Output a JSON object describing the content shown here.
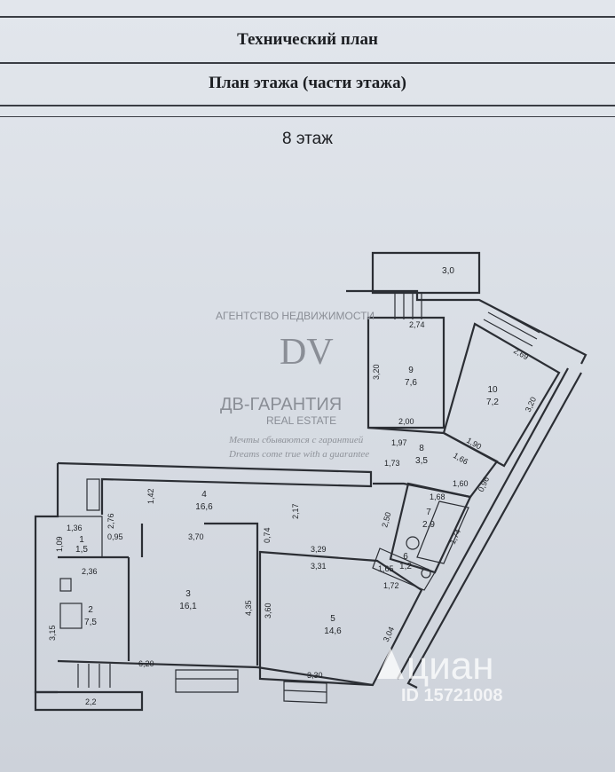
{
  "header": {
    "title": "Технический план",
    "subtitle": "План этажа (части этажа)",
    "floor": "8 этаж"
  },
  "rooms": [
    {
      "num": "1",
      "area": "1,5"
    },
    {
      "num": "2",
      "area": "7,5"
    },
    {
      "num": "3",
      "area": "16,1"
    },
    {
      "num": "4",
      "area": "16,6"
    },
    {
      "num": "5",
      "area": "14,6"
    },
    {
      "num": "6",
      "area": "1,2"
    },
    {
      "num": "7",
      "area": "2,9"
    },
    {
      "num": "8",
      "area": "3,5"
    },
    {
      "num": "9",
      "area": "7,6"
    },
    {
      "num": "10",
      "area": "7,2"
    }
  ],
  "balcony_area": "3,0",
  "dimensions": [
    "2,74",
    "3,20",
    "2,00",
    "1,97",
    "1,73",
    "2,69",
    "3,20",
    "1,90",
    "1,66",
    "1,60",
    "0,96",
    "1,42",
    "2,76",
    "1,36",
    "1,09",
    "0,95",
    "3,70",
    "0,74",
    "2,17",
    "3,29",
    "3,31",
    "2,36",
    "3,15",
    "4,35",
    "3,60",
    "6,20",
    "2,2",
    "3,30",
    "1,68",
    "2,50",
    "1,74",
    "1,72",
    "3,04",
    "1,65"
  ],
  "watermark": {
    "agency": "АГЕНТСТВО НЕДВИЖИМОСТИ",
    "logo": "DV",
    "brand": "ДВ-ГАРАНТИЯ",
    "tagline": "REAL ESTATE",
    "slogan_ru": "Мечты сбываются с гарантией",
    "slogan_en": "Dreams come true with a guarantee"
  },
  "cian": {
    "name": "циан",
    "id": "ID 15721008"
  }
}
